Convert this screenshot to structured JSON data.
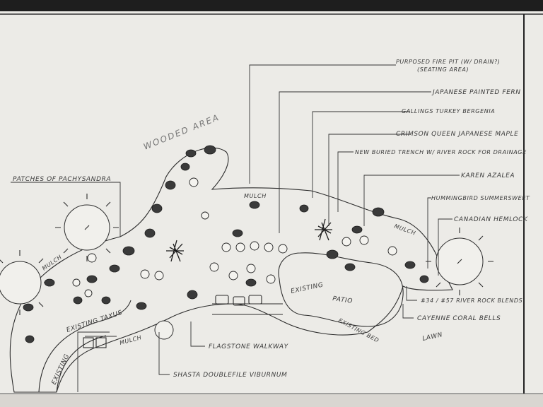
{
  "labels": {
    "fire_pit": "PURPOSED FIRE PIT (W/ DRAIN?)",
    "seating": "(SEATING AREA)",
    "fern": "JAPANESE PAINTED FERN",
    "bergenia": "GALLINGS TURKEY BERGENIA",
    "maple": "CRIMSON QUEEN JAPANESE MAPLE",
    "trench": "NEW BURIED TRENCH W/ RIVER ROCK FOR DRAINAGE",
    "azalea": "KAREN AZALEA",
    "sweetspire": "HUMMINGBIRD SUMMERSWEET",
    "hemlock": "CANADIAN HEMLOCK",
    "river_rock": "#34 / #57 RIVER ROCK BLENDS",
    "coral_bells": "CAYENNE CORAL BELLS",
    "pachysandra": "PATCHES OF PACHYSANDRA",
    "flagstone": "FLAGSTONE WALKWAY",
    "viburnum": "SHASTA DOUBLEFILE VIBURNUM",
    "wooded": "WOODED AREA",
    "mulch1": "MULCH",
    "mulch2": "MULCH",
    "mulch3": "MULCH",
    "mulch4": "MULCH",
    "taxus": "EXISTING TAXUS",
    "patio_word1": "EXISTING",
    "patio_word2": "PATIO",
    "bed": "EXISTING BED",
    "lawn": "LAWN",
    "existing_left": "EXISTING"
  },
  "colors": {
    "paper": "#ecebe7",
    "ink": "#2b2b2b",
    "rock": "#3a3a3a"
  }
}
